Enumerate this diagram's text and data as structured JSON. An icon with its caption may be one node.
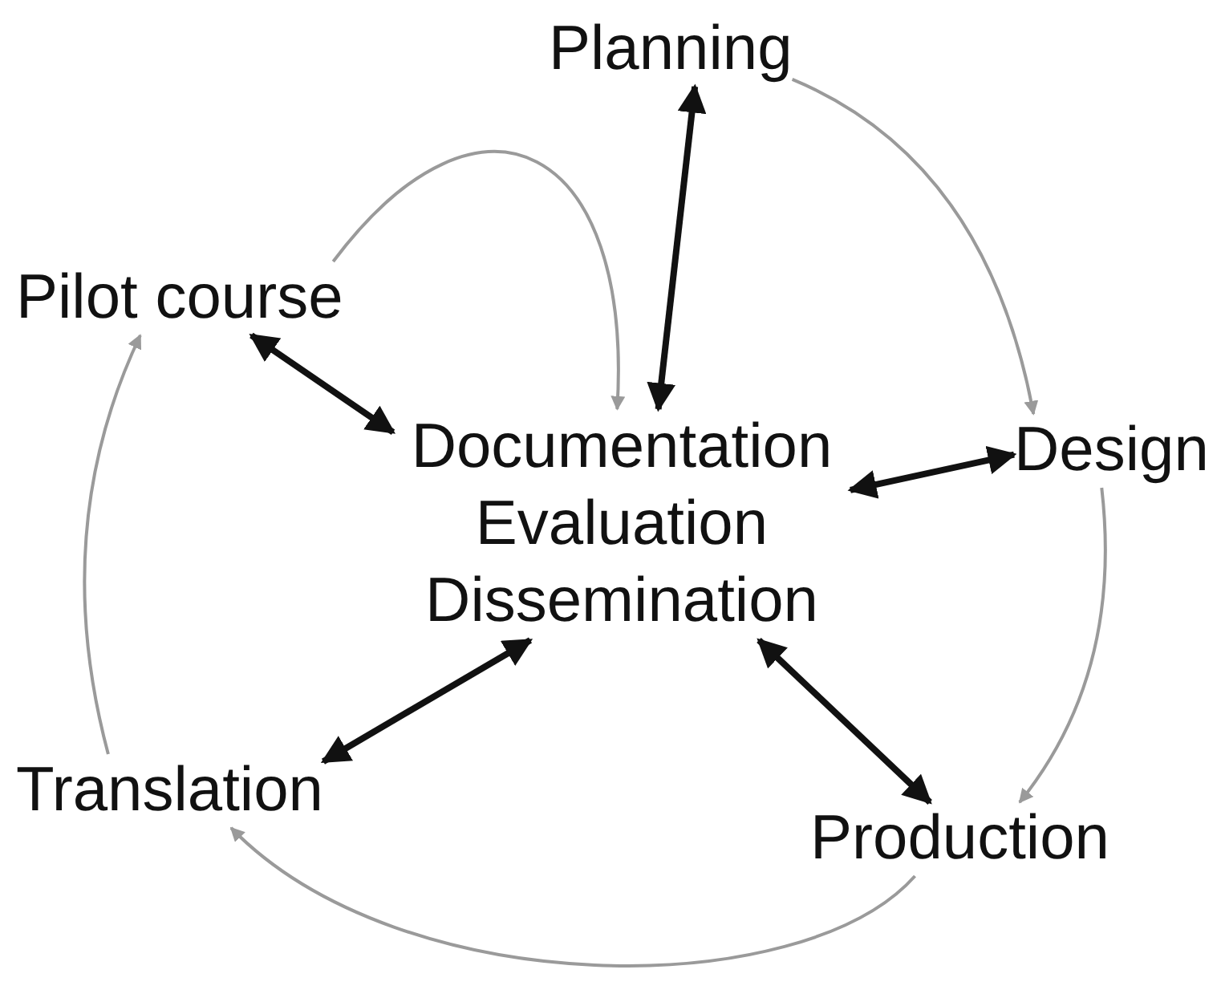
{
  "diagram": {
    "nodes": [
      {
        "text": [
          "Planning"
        ]
      },
      {
        "text": [
          "Design"
        ]
      },
      {
        "text": [
          "Production"
        ]
      },
      {
        "text": [
          "Translation"
        ]
      },
      {
        "text": [
          "Pilot course"
        ]
      },
      {
        "text": [
          "Documentation Evaluation Dissemination"
        ]
      }
    ],
    "edges": [
      {
        "from": 0,
        "to": 1,
        "arrow": "to",
        "color": "#9a9a9a"
      },
      {
        "from": 1,
        "to": 2,
        "arrow": "to",
        "color": "#9a9a9a"
      },
      {
        "from": 2,
        "to": 3,
        "arrow": "to",
        "color": "#9a9a9a"
      },
      {
        "from": 3,
        "to": 4,
        "arrow": "to",
        "color": "#9a9a9a"
      },
      {
        "from": 4,
        "to": 5,
        "arrow": "to",
        "color": "#9a9a9a"
      },
      {
        "from": 5,
        "to": 0,
        "arrow": "both",
        "style": "thick",
        "color": "#111111"
      },
      {
        "from": 5,
        "to": 4,
        "arrow": "both",
        "style": "thick",
        "color": "#111111"
      },
      {
        "from": 5,
        "to": 1,
        "arrow": "both",
        "style": "thick",
        "color": "#111111"
      },
      {
        "from": 5,
        "to": 2,
        "arrow": "both",
        "style": "thick",
        "color": "#111111"
      },
      {
        "from": 5,
        "to": 3,
        "arrow": "both",
        "style": "thick",
        "color": "#111111"
      }
    ]
  }
}
